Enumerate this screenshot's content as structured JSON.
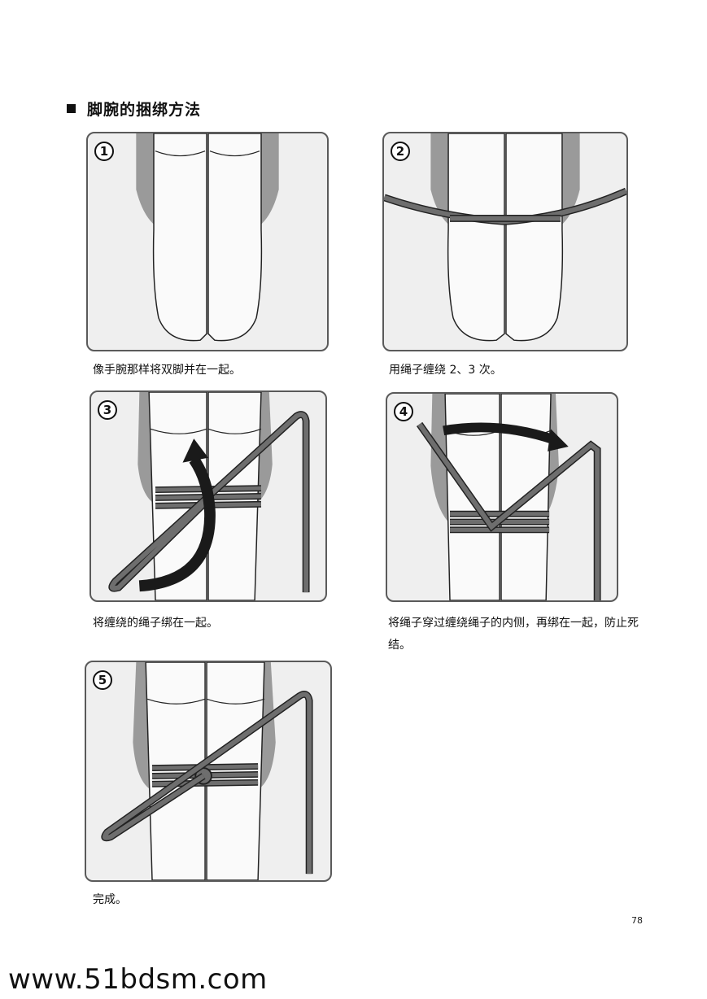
{
  "heading": "脚腕的捆绑方法",
  "steps": [
    {
      "number": "1",
      "caption": "像手腕那样将双脚并在一起。"
    },
    {
      "number": "2",
      "caption": "用绳子缠绕 2、3 次。"
    },
    {
      "number": "3",
      "caption": "将缠绕的绳子绑在一起。"
    },
    {
      "number": "4",
      "caption": "将绳子穿过缠绕绳子的内侧，再绑在一起，防止死结。"
    },
    {
      "number": "5",
      "caption": "完成。"
    }
  ],
  "page_number": "78",
  "watermark": "www.51bdsm.com",
  "colors": {
    "rope": "#6e6e6e",
    "shadow": "#9a9a9a",
    "arrow": "#1a1a1a",
    "panel_bg": "#efefef"
  }
}
